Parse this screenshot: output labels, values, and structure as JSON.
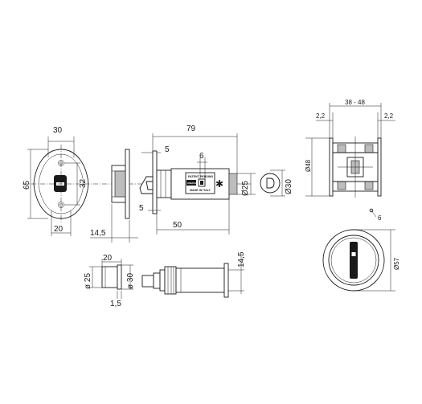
{
  "dimensions": {
    "strike_width": "30",
    "strike_height": "65",
    "strike_hole_spacing": "32",
    "strike_base_width": "20",
    "faceplate_thickness": "14,5",
    "latch_length": "79",
    "latch_offset_top": "5",
    "latch_spindle_size": "6",
    "latch_offset_bottom": "5",
    "latch_backset": "50",
    "latch_diameter": "Ø25",
    "indicator_diameter": "Ø30",
    "rose_thickness_range": "38 - 48",
    "rose_gap_left": "2,2",
    "rose_gap_right": "2,2",
    "rose_diameter": "Ø48",
    "rose_screw": "6",
    "rose_front_diameter": "Ø57",
    "spindle_length": "20",
    "spindle_diameter_small": "ø 25",
    "spindle_diameter_large": "ø 30",
    "spindle_flange": "1,5",
    "bolt_height": "14,5"
  },
  "latch_label": {
    "line1": "PATENT PENDING",
    "line2": "MADE IN ITALY",
    "brand": "LINEACALI"
  }
}
